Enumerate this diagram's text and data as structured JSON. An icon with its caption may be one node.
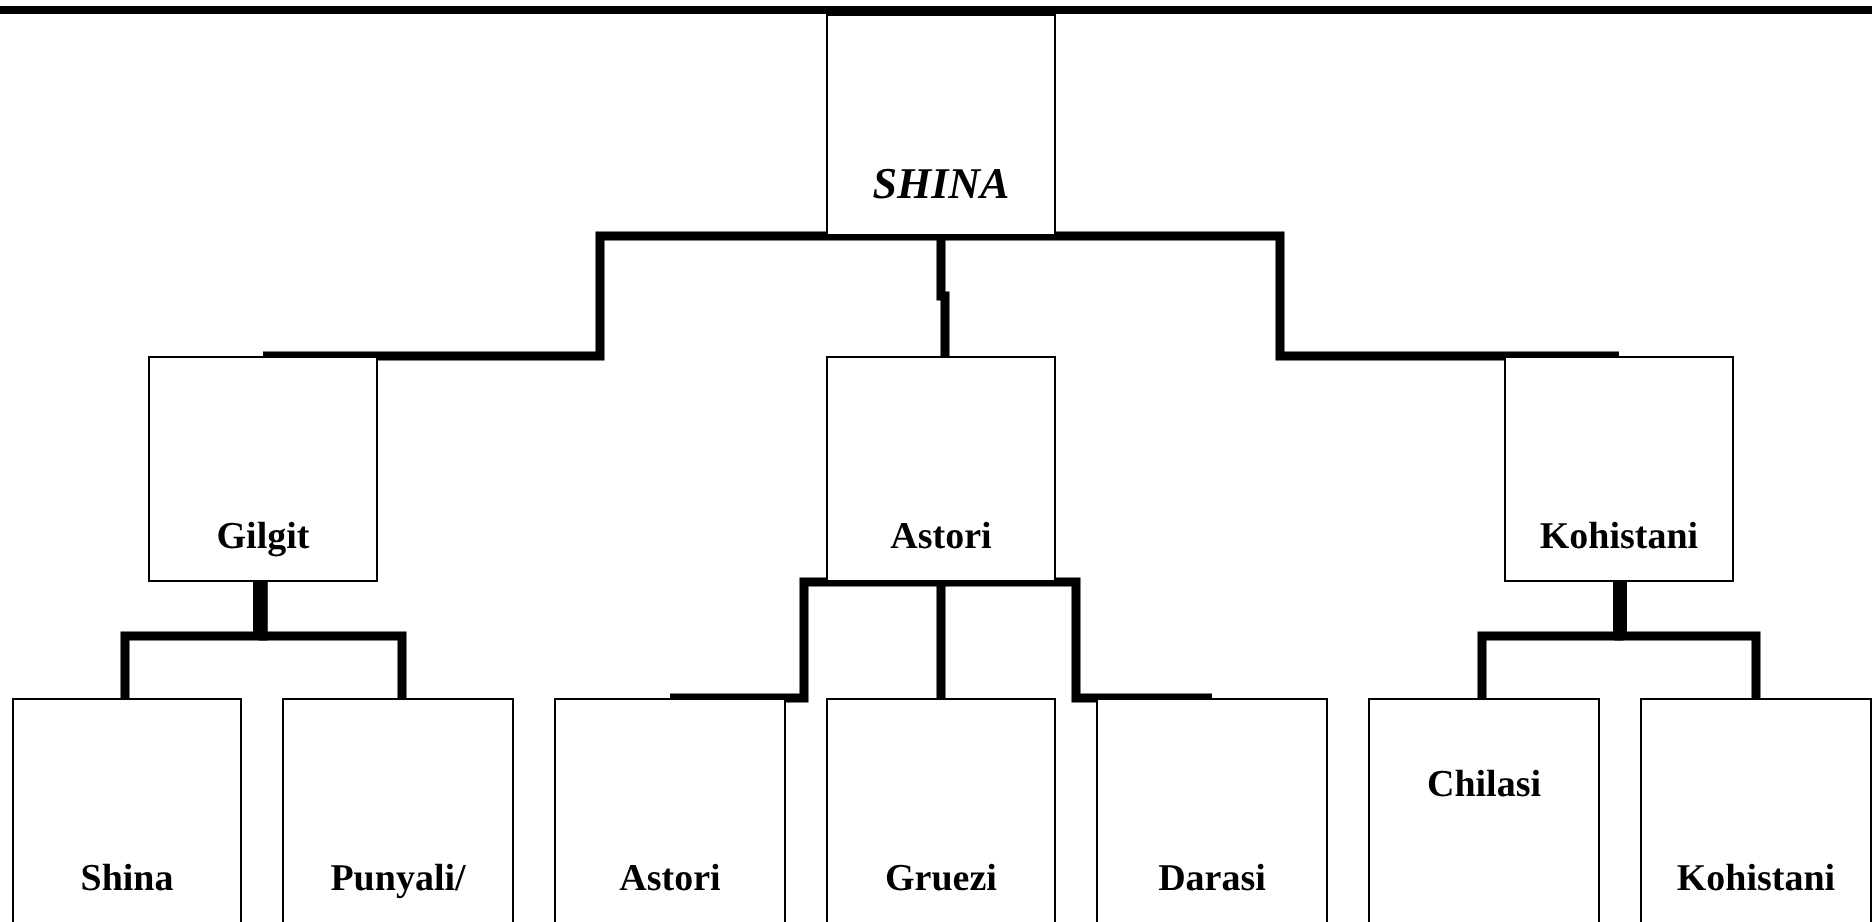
{
  "diagram": {
    "nodes": [
      {
        "text": [
          "SHINA"
        ]
      },
      {
        "text": [
          "Gilgit"
        ]
      },
      {
        "text": [
          "Astori"
        ]
      },
      {
        "text": [
          "Kohistani"
        ]
      },
      {
        "text": [
          "Shina"
        ]
      },
      {
        "text": [
          "Punyali/"
        ]
      },
      {
        "text": [
          "Astori"
        ]
      },
      {
        "text": [
          "Gruezi"
        ]
      },
      {
        "text": [
          "Darasi"
        ]
      },
      {
        "text": [
          "Chilasi"
        ]
      },
      {
        "text": [
          "Kohistani"
        ]
      }
    ],
    "edges": [
      {
        "from": 0,
        "to": 1,
        "arrow": "none"
      },
      {
        "from": 0,
        "to": 2,
        "arrow": "none"
      },
      {
        "from": 0,
        "to": 3,
        "arrow": "none"
      },
      {
        "from": 1,
        "to": 4,
        "arrow": "none"
      },
      {
        "from": 1,
        "to": 5,
        "arrow": "none"
      },
      {
        "from": 2,
        "to": 6,
        "arrow": "none"
      },
      {
        "from": 2,
        "to": 7,
        "arrow": "none"
      },
      {
        "from": 2,
        "to": 8,
        "arrow": "none"
      },
      {
        "from": 3,
        "to": 9,
        "arrow": "none"
      },
      {
        "from": 3,
        "to": 10,
        "arrow": "none"
      }
    ]
  }
}
